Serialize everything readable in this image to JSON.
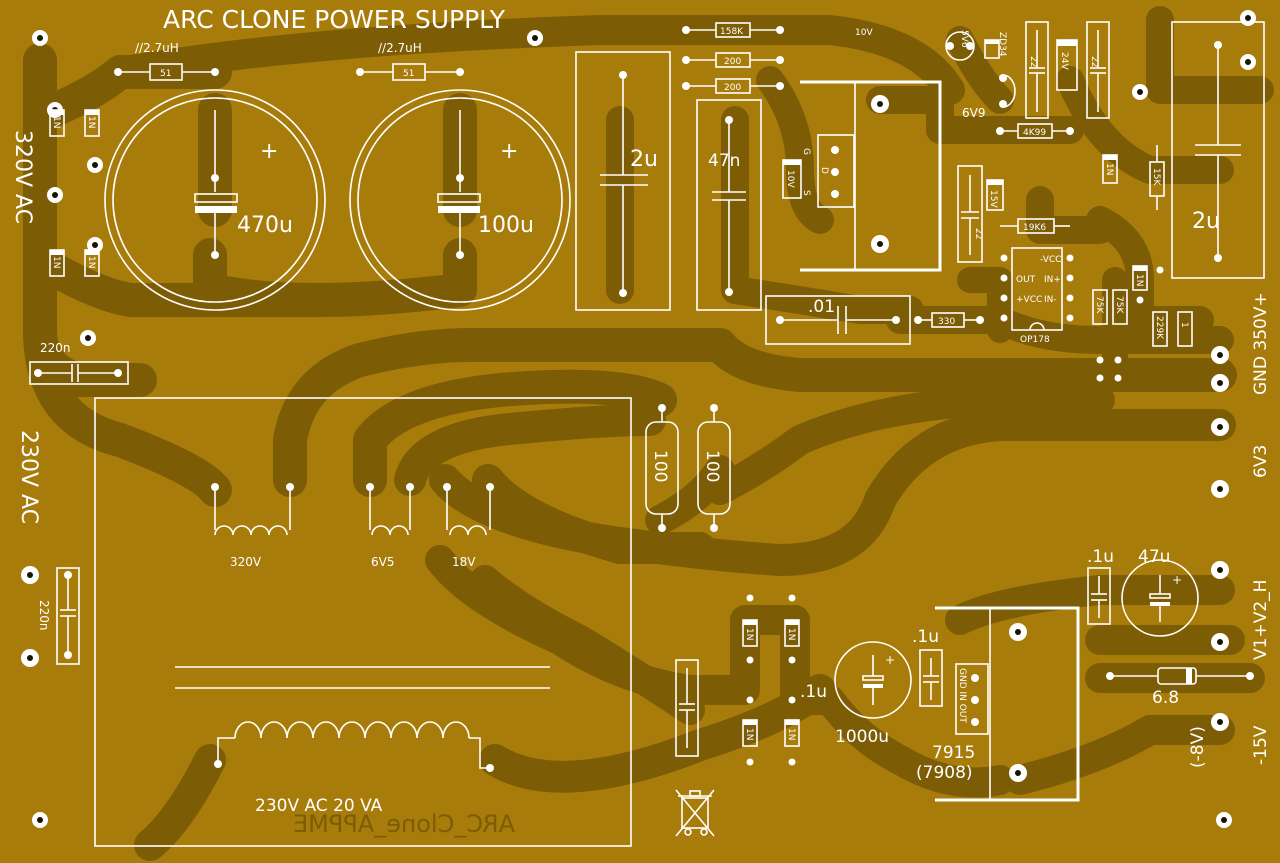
{
  "board": {
    "title": "ARC CLONE POWER SUPPLY",
    "mirrored_label": "ARC_Clone_APPME",
    "colors": {
      "substrate": "#A77C0B",
      "copper": "#7d5c06",
      "silkscreen": "#ffffff"
    }
  },
  "labels": {
    "inductor_left": "//2.7uH",
    "inductor_right": "//2.7uH",
    "r51_left": "51",
    "r51_right": "51",
    "cap_470u": "470u",
    "cap_100u": "100u",
    "plus": "+",
    "cap_2u_mid": "2u",
    "cap_47n": "47n",
    "r158k": "158K",
    "r200_a": "200",
    "r200_b": "200",
    "v10": "10V",
    "gds_g": "G",
    "gds_d": "D",
    "gds_s": "S",
    "zener_10v": "10V",
    "zd_5v6": "5V6",
    "zd34": "ZD34",
    "cap_22_a": "22",
    "zd_24v": "24V",
    "cap_22_b": "22",
    "v6v9": "6V9",
    "r4k99": "4K99",
    "r1n_right": "1N",
    "r15k": "15K",
    "cap_2u_right": "2u",
    "zd_15v": "15V",
    "cap_22_c": "22",
    "r19k6": "19K6",
    "op_vcc_neg": "-VCC",
    "op_out": "OUT",
    "op_in_pos": "IN+",
    "op_vcc_pos": "+VCC",
    "op_in_neg": "IN-",
    "op_name": "OP178",
    "r75k_a": "75K",
    "r75k_b": "75K",
    "r1n_op": "1N",
    "r229k": "229K",
    "r1": "1",
    "cap_01": ".01",
    "r330": "330",
    "cap_220n_a": "220n",
    "cap_220n_b": "220n",
    "d1n_a": "1N",
    "d1n_b": "1N",
    "d1n_c": "1N",
    "d1n_d": "1N",
    "d1n_e": "1N",
    "d1n_f": "1N",
    "d1n_g": "1N",
    "d1n_h": "1N",
    "r100_a": "100",
    "r100_b": "100",
    "tx_320v": "320V",
    "tx_6v5": "6V5",
    "tx_18v": "18V",
    "tx_rating": "230V AC 20 VA",
    "cap_1u_a": ".1u",
    "cap_1u_b": ".1u",
    "cap_1u_c": ".1u",
    "cap_1000u": "1000u",
    "cap_47u": "47u",
    "reg_pins": "GND IN OUT",
    "reg_name": "7915",
    "reg_alt": "(7908)",
    "r6_8": "6.8",
    "side_320vac": "320V AC",
    "side_230vac": "230V AC",
    "side_gnd_350v": "GND 350V+",
    "side_6v3": "6V3",
    "side_v1v2h": "V1+V2_H",
    "side_neg15": "-15V",
    "side_neg8": "(-8V)"
  }
}
